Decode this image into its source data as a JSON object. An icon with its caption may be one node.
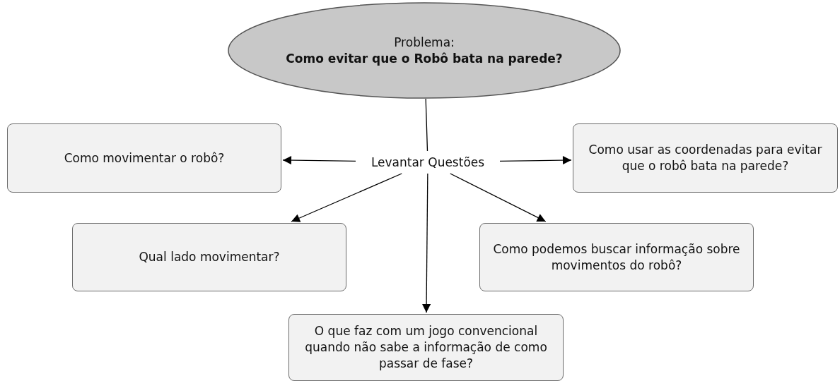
{
  "diagram": {
    "nodes": [
      {
        "text": [
          "Problema:",
          "Como evitar que o Robô bata na parede?"
        ]
      },
      {
        "text": [
          "Levantar Questões"
        ]
      },
      {
        "text": [
          "Como movimentar o robô?"
        ]
      },
      {
        "text": [
          "Como usar as coordenadas para evitar que o robô bata na parede?"
        ]
      },
      {
        "text": [
          "Qual lado movimentar?"
        ]
      },
      {
        "text": [
          "Como podemos buscar informação sobre movimentos do robô?"
        ]
      },
      {
        "text": [
          "O que faz com um jogo convencional quando não sabe a informação de como passar de fase?"
        ]
      }
    ],
    "edges": [
      {
        "from": 0,
        "to": 1,
        "arrow": "none"
      },
      {
        "from": 1,
        "to": 2,
        "arrow": "to"
      },
      {
        "from": 1,
        "to": 3,
        "arrow": "to"
      },
      {
        "from": 1,
        "to": 4,
        "arrow": "to"
      },
      {
        "from": 1,
        "to": 5,
        "arrow": "to"
      },
      {
        "from": 1,
        "to": 6,
        "arrow": "to"
      }
    ]
  }
}
